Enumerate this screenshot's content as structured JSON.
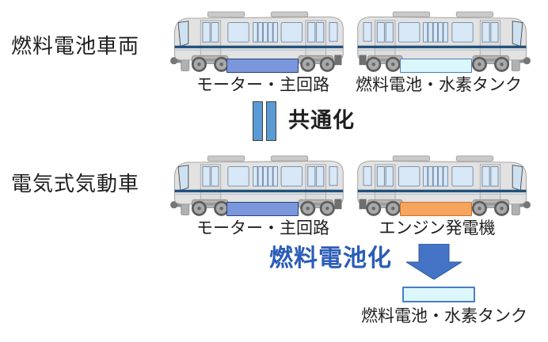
{
  "diagram": {
    "background": "#ffffff",
    "text_color": "#1f1f1f",
    "rows": [
      {
        "label": "燃料電池車両",
        "cars": [
          {
            "facing": "left",
            "box": {
              "label": "モーター・主回路",
              "fill": "#7b96da",
              "border": "#25437f"
            }
          },
          {
            "facing": "right",
            "box": {
              "label": "燃料電池・水素タンク",
              "fill": "#dcf7fb",
              "border": "#4a7ec0"
            }
          }
        ]
      },
      {
        "label": "電気式気動車",
        "cars": [
          {
            "facing": "left",
            "box": {
              "label": "モーター・主回路",
              "fill": "#7b96da",
              "border": "#25437f"
            }
          },
          {
            "facing": "right",
            "box": {
              "label": "エンジン発電機",
              "fill": "#f5a55d",
              "border": "#cf7030"
            }
          }
        ]
      }
    ],
    "commonization": {
      "label": "共通化",
      "bars_fill": "#5b9bd5",
      "bars_border": "#3f3f3f"
    },
    "fuel_cell_conversion": {
      "label": "燃料電池化",
      "color": "#2b5cb8",
      "arrow_fill": "#4472c4",
      "arrow_border": "#2e5b9f"
    },
    "result": {
      "label": "燃料電池・水素タンク",
      "box_fill": "#dcf7fb",
      "box_border": "#4a7ec0"
    },
    "icons": {
      "equals_icon": "double-vertical-bars",
      "down_arrow_icon": "fat-down-arrow",
      "train_car_icon": "gray-commuter-railcar"
    }
  }
}
